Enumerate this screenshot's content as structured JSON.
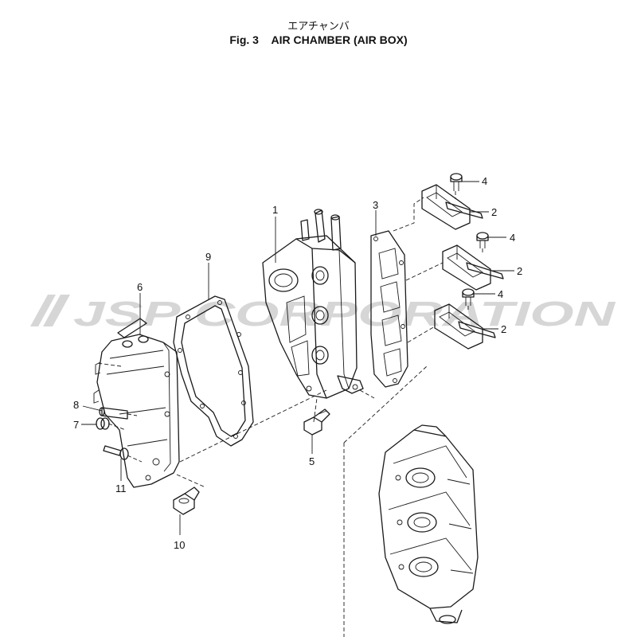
{
  "header": {
    "title_jp": "エアチャンバ",
    "fig_number": "Fig. 3",
    "fig_title": "AIR CHAMBER (AIR BOX)"
  },
  "watermark": {
    "text": "JSP CORPORATION",
    "color": "#d6d6d6"
  },
  "callouts": {
    "c1": "1",
    "c2a": "2",
    "c2b": "2",
    "c2c": "2",
    "c3": "3",
    "c4a": "4",
    "c4b": "4",
    "c4c": "4",
    "c5": "5",
    "c6": "6",
    "c7": "7",
    "c8": "8",
    "c9": "9",
    "c10": "10",
    "c11": "11"
  },
  "colors": {
    "line": "#1a1a1a",
    "background": "#ffffff"
  }
}
